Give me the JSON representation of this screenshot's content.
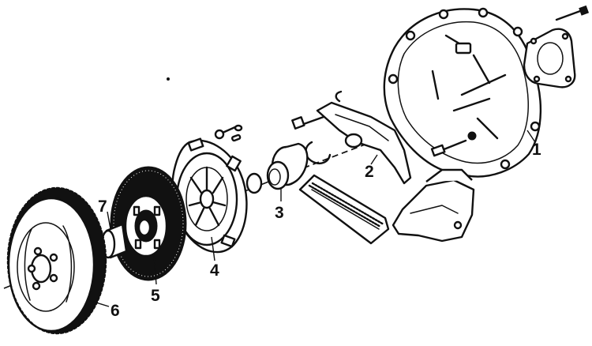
{
  "callouts": [
    {
      "number": "1",
      "part": "clutch-housing"
    },
    {
      "number": "2",
      "part": "release-fork"
    },
    {
      "number": "3",
      "part": "release-bearing"
    },
    {
      "number": "4",
      "part": "pressure-plate"
    },
    {
      "number": "5",
      "part": "clutch-disc"
    },
    {
      "number": "6",
      "part": "flywheel"
    },
    {
      "number": "7",
      "part": "pilot-bushing"
    }
  ],
  "colors": {
    "ink": "#111111",
    "paper": "#ffffff"
  }
}
